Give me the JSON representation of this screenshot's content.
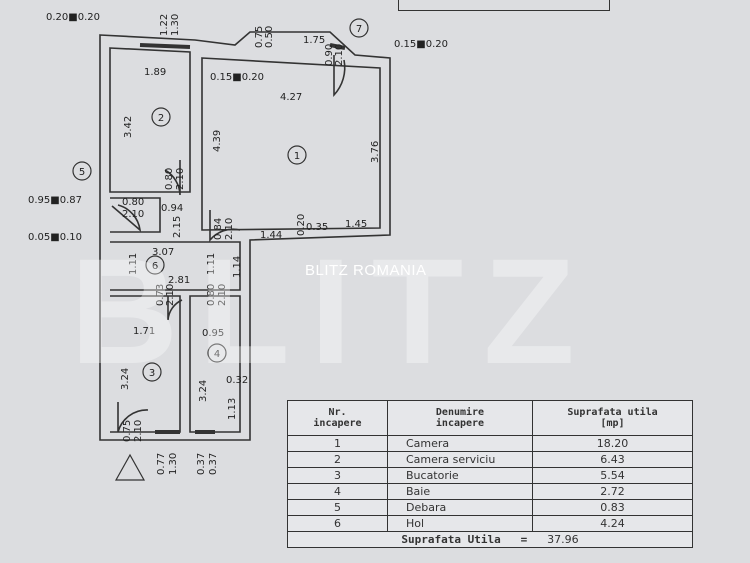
{
  "watermark": "BLITZ ROMANIA",
  "watermark_big": "BLITZ",
  "plan": {
    "rooms": [
      "1",
      "2",
      "3",
      "4",
      "5",
      "6",
      "7"
    ],
    "dims": {
      "d_020x020": "0.20■0.20",
      "w1a": "1.22",
      "w1b": "1.30",
      "d_075": "0.75",
      "d_050": "0.50",
      "d_175": "1.75",
      "d_015x020r": "0.15■0.20",
      "d_189": "1.89",
      "d_015x020": "0.15■0.20",
      "d_427": "4.27",
      "d_342": "3.42",
      "d_439": "4.39",
      "d_376": "3.76",
      "door7a": "0.90",
      "door7b": "2.10",
      "door2a": "0.80",
      "door2b": "2.10",
      "d_095x087": "0.95■0.87",
      "door5a": "0.80",
      "door5b": "2.10",
      "d_094": "0.94",
      "d_005x010": "0.05■0.10",
      "d_215": "2.15",
      "door1a": "0.84",
      "door1b": "2.10",
      "d_144": "1.44",
      "d_020": "0.20",
      "d_035": "0.35",
      "d_145": "1.45",
      "d_307": "3.07",
      "d_111a": "1.11",
      "d_111b": "1.11",
      "d_114": "1.14",
      "d_281": "2.81",
      "door3a": "0.73",
      "door3b": "2.10",
      "door4a": "0.80",
      "door4b": "2.10",
      "d_171": "1.71",
      "d_095": "0.95",
      "d_324a": "3.24",
      "d_324b": "3.24",
      "d_032": "0.32",
      "d_113": "1.13",
      "door3ea": "0.75",
      "door3eb": "2.10",
      "w3a": "0.77",
      "w3b": "1.30",
      "w4a": "0.37",
      "w4b": "0.37"
    }
  },
  "table": {
    "headers": [
      "Nr.\nincapere",
      "Denumire\nincapere",
      "Suprafata utila\n[mp]"
    ],
    "rows": [
      {
        "nr": "1",
        "name": "Camera",
        "area": "18.20"
      },
      {
        "nr": "2",
        "name": "Camera serviciu",
        "area": "6.43"
      },
      {
        "nr": "3",
        "name": "Bucatorie",
        "area": "5.54"
      },
      {
        "nr": "4",
        "name": "Baie",
        "area": "2.72"
      },
      {
        "nr": "5",
        "name": "Debara",
        "area": "0.83"
      },
      {
        "nr": "6",
        "name": "Hol",
        "area": "4.24"
      }
    ],
    "total_label": "Suprafata Utila",
    "total_eq": "=",
    "total_value": "37.96"
  }
}
